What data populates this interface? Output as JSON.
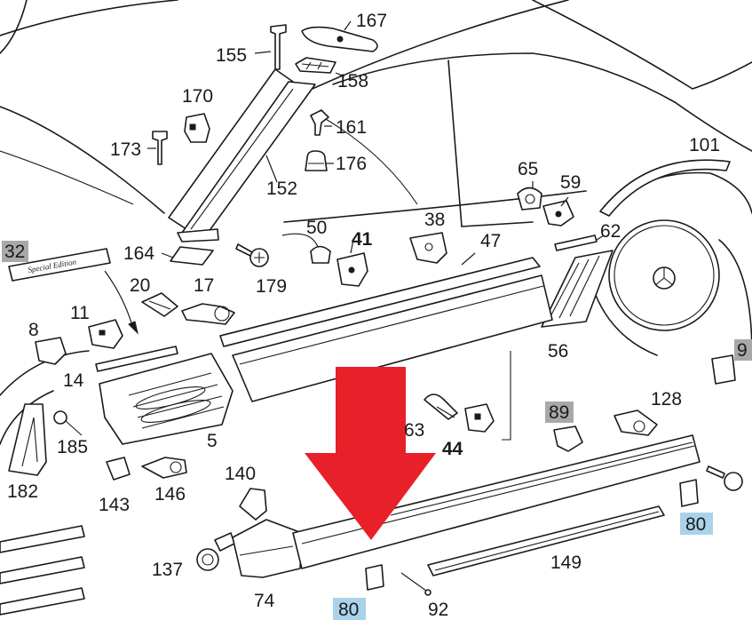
{
  "diagram": {
    "callouts": [
      {
        "id": "167",
        "text": "167"
      },
      {
        "id": "155",
        "text": "155"
      },
      {
        "id": "158",
        "text": "158"
      },
      {
        "id": "170",
        "text": "170"
      },
      {
        "id": "161",
        "text": "161"
      },
      {
        "id": "173",
        "text": "173"
      },
      {
        "id": "176",
        "text": "176"
      },
      {
        "id": "152",
        "text": "152"
      },
      {
        "id": "65",
        "text": "65"
      },
      {
        "id": "59",
        "text": "59"
      },
      {
        "id": "101",
        "text": "101"
      },
      {
        "id": "50",
        "text": "50"
      },
      {
        "id": "38",
        "text": "38"
      },
      {
        "id": "164",
        "text": "164"
      },
      {
        "id": "41",
        "text": "41"
      },
      {
        "id": "47",
        "text": "47"
      },
      {
        "id": "62",
        "text": "62"
      },
      {
        "id": "20",
        "text": "20"
      },
      {
        "id": "17",
        "text": "17"
      },
      {
        "id": "179",
        "text": "179"
      },
      {
        "id": "11",
        "text": "11"
      },
      {
        "id": "8",
        "text": "8"
      },
      {
        "id": "56",
        "text": "56"
      },
      {
        "id": "14",
        "text": "14"
      },
      {
        "id": "128",
        "text": "128"
      },
      {
        "id": "185",
        "text": "185"
      },
      {
        "id": "5",
        "text": "5"
      },
      {
        "id": "63",
        "text": "63"
      },
      {
        "id": "44",
        "text": "44"
      },
      {
        "id": "182",
        "text": "182"
      },
      {
        "id": "143",
        "text": "143"
      },
      {
        "id": "146",
        "text": "146"
      },
      {
        "id": "140",
        "text": "140"
      },
      {
        "id": "137",
        "text": "137"
      },
      {
        "id": "149",
        "text": "149"
      },
      {
        "id": "74",
        "text": "74"
      },
      {
        "id": "92",
        "text": "92"
      }
    ],
    "tags": [
      {
        "id": "32",
        "text": "32",
        "color": "#a8a8a8"
      },
      {
        "id": "89",
        "text": "89",
        "color": "#a8a8a8"
      },
      {
        "id": "9",
        "text": "9",
        "color": "#a8a8a8"
      },
      {
        "id": "80a",
        "text": "80",
        "color": "#a9d3ea"
      },
      {
        "id": "80b",
        "text": "80",
        "color": "#a9d3ea"
      }
    ],
    "plaque_text": "Special Edition",
    "arrow_color": "#e8202a",
    "line_color": "#1a1a1a"
  }
}
